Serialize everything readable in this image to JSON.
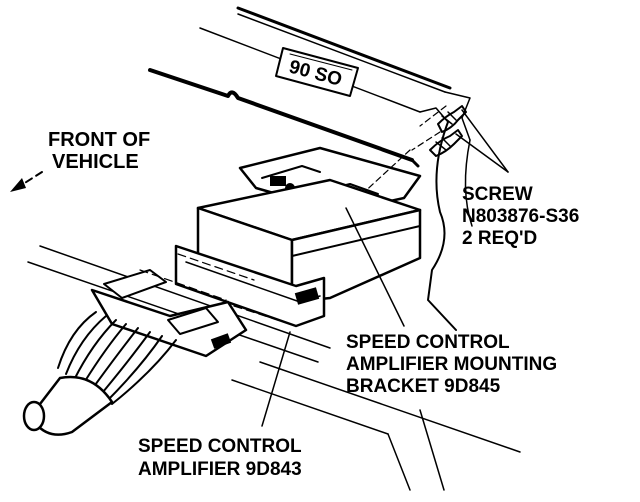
{
  "labels": {
    "front_line1": "FRONT OF",
    "front_line2": "VEHICLE",
    "screw_line1": "SCREW",
    "screw_line2": "N803876-S36",
    "screw_line3": "2 REQ'D",
    "bracket_line1": "SPEED CONTROL",
    "bracket_line2": "AMPLIFIER MOUNTING",
    "bracket_line3": "BRACKET 9D845",
    "amp_line1": "SPEED CONTROL",
    "amp_line2": "AMPLIFIER 9D843"
  },
  "tag_text": "90 SO",
  "colors": {
    "ink": "#000000",
    "paper": "#ffffff"
  }
}
